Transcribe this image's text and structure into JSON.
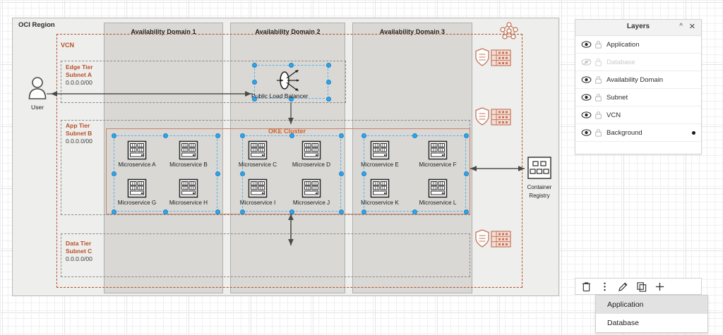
{
  "diagram": {
    "region_label": "OCI Region",
    "vcn_label": "VCN",
    "oke_label": "OKE Cluster",
    "availability_domains": [
      {
        "title": "Availability Domain 1"
      },
      {
        "title": "Availability Domain 2"
      },
      {
        "title": "Availability Domain 3"
      }
    ],
    "subnets": [
      {
        "name": "Edge Tier",
        "sub": "Subnet A",
        "cidr": "0.0.0.0/00"
      },
      {
        "name": "App Tier",
        "sub": "Subnet B",
        "cidr": "0.0.0.0/00"
      },
      {
        "name": "Data Tier",
        "sub": "Subnet C",
        "cidr": "0.0.0.0/00"
      }
    ],
    "user": {
      "label": "User",
      "icon": "user-icon"
    },
    "load_balancer": {
      "label": "Public Load Balancer",
      "icon": "load-balancer-icon"
    },
    "container_registry": {
      "line1": "Container",
      "line2": "Registry",
      "icon": "container-registry-icon"
    },
    "internet_gateway": {
      "icon": "internet-gateway-icon"
    },
    "route_tables": [
      {
        "icon": "security-list-route-table-icon"
      },
      {
        "icon": "security-list-route-table-icon"
      },
      {
        "icon": "security-list-route-table-icon"
      }
    ],
    "microservices": [
      {
        "label": "Microservice A",
        "group": 1
      },
      {
        "label": "Microservice B",
        "group": 1
      },
      {
        "label": "Microservice G",
        "group": 1
      },
      {
        "label": "Microservice H",
        "group": 1
      },
      {
        "label": "Microservice C",
        "group": 2
      },
      {
        "label": "Microservice D",
        "group": 2
      },
      {
        "label": "Microservice I",
        "group": 2
      },
      {
        "label": "Microservice J",
        "group": 2
      },
      {
        "label": "Microservice E",
        "group": 3
      },
      {
        "label": "Microservice F",
        "group": 3
      },
      {
        "label": "Microservice K",
        "group": 3
      },
      {
        "label": "Microservice L",
        "group": 3
      }
    ],
    "colors": {
      "accent_orange": "#b5512a",
      "oke_orange": "#d2622c",
      "selection_blue": "#32a4e8",
      "region_fill": "#eeeeec",
      "ad_fill": "#d9d8d5"
    }
  },
  "layers_panel": {
    "title": "Layers",
    "collapse_icon": "chevron-up-icon",
    "close_icon": "close-icon",
    "rows": [
      {
        "name": "Application",
        "visible": true,
        "locked": false,
        "active": false
      },
      {
        "name": "Database",
        "visible": false,
        "locked": false,
        "active": false
      },
      {
        "name": "Availability Domain",
        "visible": true,
        "locked": false,
        "active": false
      },
      {
        "name": "Subnet",
        "visible": true,
        "locked": false,
        "active": false
      },
      {
        "name": "VCN",
        "visible": true,
        "locked": false,
        "active": false
      },
      {
        "name": "Background",
        "visible": true,
        "locked": false,
        "active": true
      }
    ]
  },
  "layers_toolbar": {
    "buttons": [
      {
        "name": "delete-layer",
        "icon": "trash-icon"
      },
      {
        "name": "layer-options",
        "icon": "more-vertical-icon"
      },
      {
        "name": "edit-layer",
        "icon": "pencil-icon"
      },
      {
        "name": "duplicate-layer",
        "icon": "duplicate-icon"
      },
      {
        "name": "add-layer",
        "icon": "plus-icon"
      }
    ]
  },
  "context_menu": {
    "items": [
      {
        "label": "Application",
        "highlighted": true
      },
      {
        "label": "Database",
        "highlighted": false
      }
    ]
  }
}
